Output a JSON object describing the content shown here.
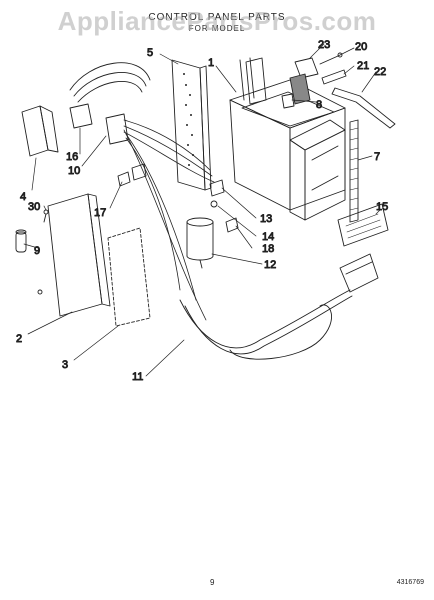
{
  "watermark": "AppliancePartsPros.com",
  "header": {
    "title": "CONTROL PANEL PARTS",
    "subtitle": "FOR MODEL"
  },
  "callouts": [
    "1",
    "2",
    "3",
    "4",
    "5",
    "7",
    "8",
    "9",
    "10",
    "11",
    "12",
    "13",
    "14",
    "15",
    "16",
    "17",
    "18",
    "20",
    "21",
    "22",
    "23",
    "30"
  ],
  "footer": {
    "page_number": "9",
    "doc_number": "4316769"
  }
}
